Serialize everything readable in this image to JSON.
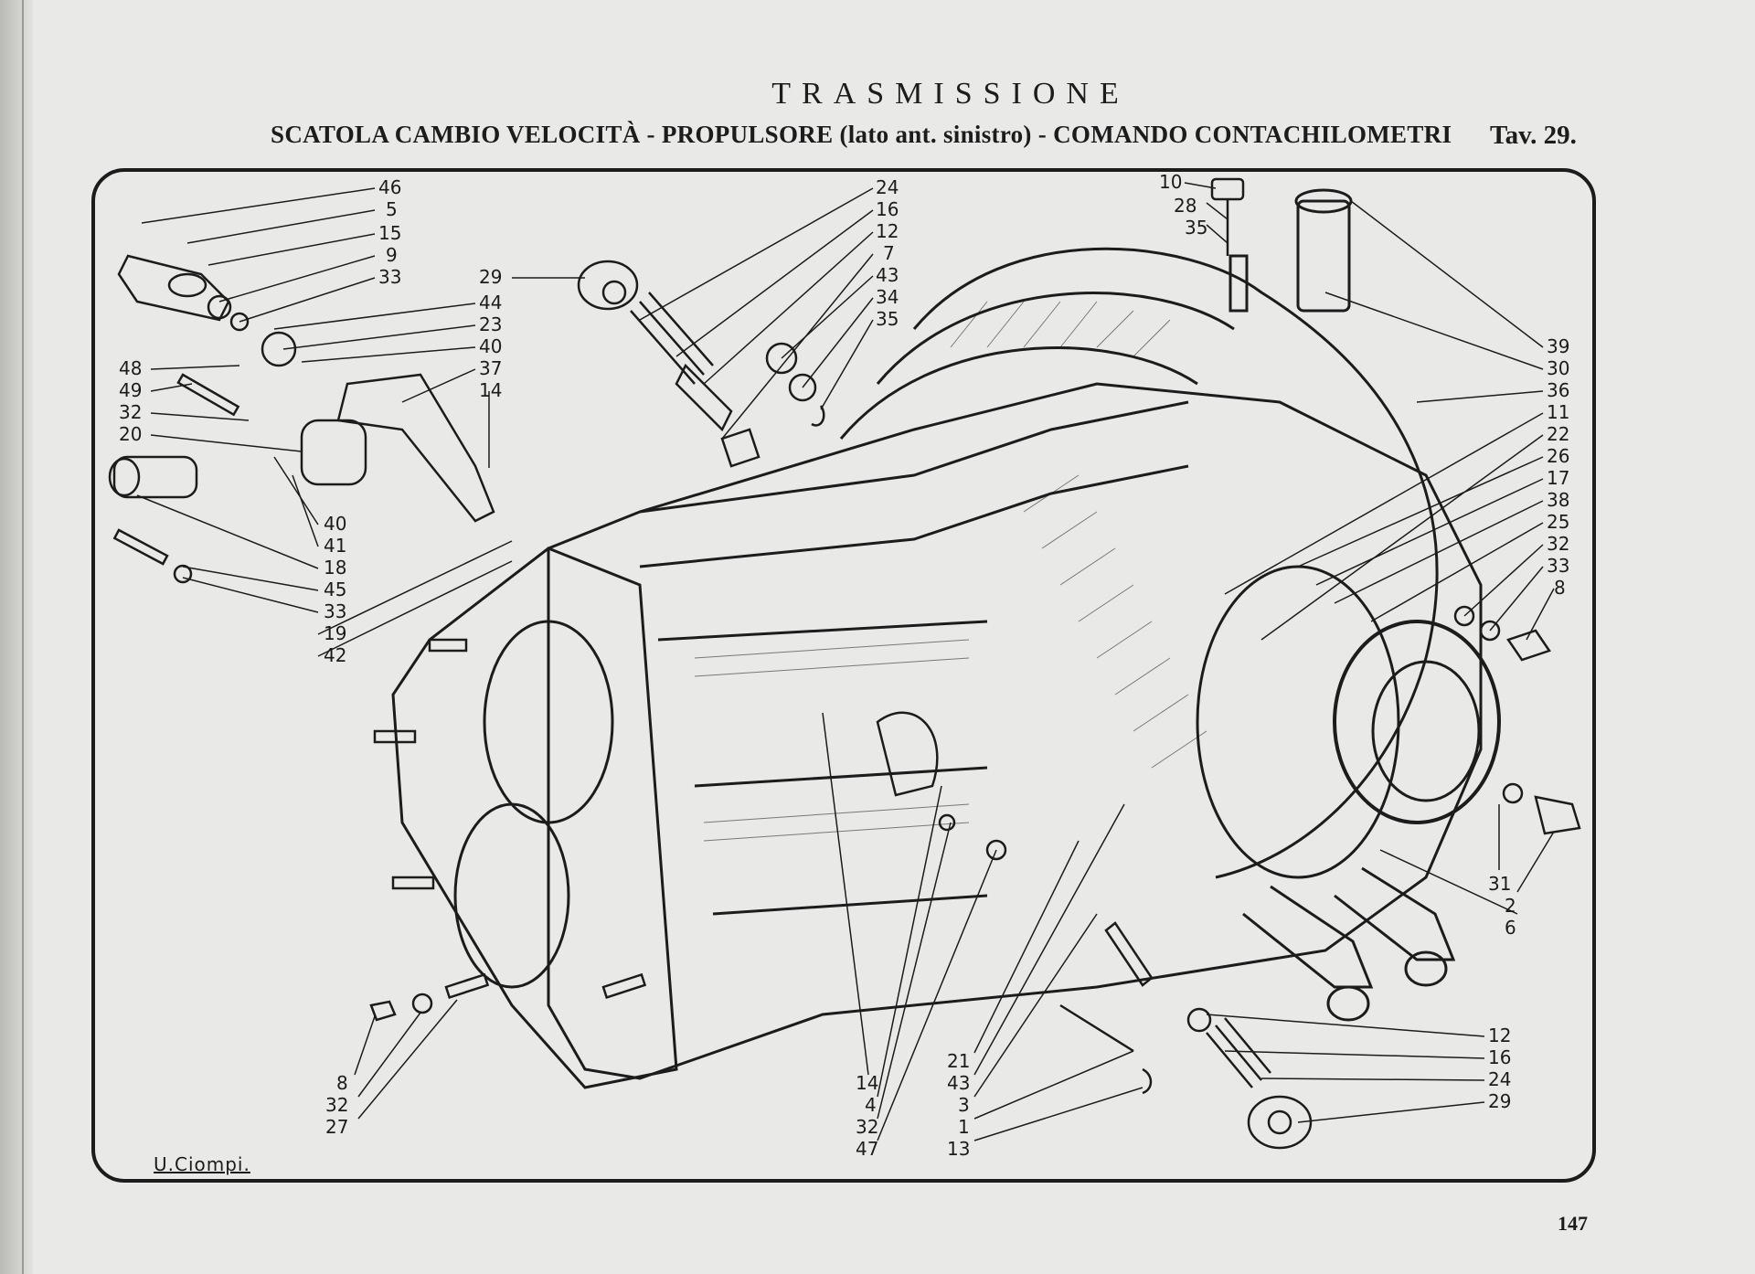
{
  "header": {
    "title": "TRASMISSIONE",
    "subtitle": "SCATOLA CAMBIO VELOCITÀ - PROPULSORE (lato ant. sinistro) - COMANDO CONTACHILOMETRI",
    "table_number": "Tav. 29."
  },
  "footer": {
    "page_number": "147",
    "signature": "U.Ciompi."
  },
  "labels": {
    "top_left_column": [
      "46",
      "5",
      "15",
      "9",
      "33"
    ],
    "left_column": [
      "48",
      "49",
      "32",
      "20"
    ],
    "mid_left_column": [
      "44",
      "23",
      "40",
      "37",
      "14"
    ],
    "bottom_left_column": [
      "40",
      "41",
      "18",
      "45",
      "33",
      "19",
      "42"
    ],
    "top_mid_single": "29",
    "top_mid_column": [
      "24",
      "16",
      "12",
      "7",
      "43",
      "34",
      "35"
    ],
    "top_right_stack": [
      "10",
      "28",
      "35"
    ],
    "right_column": [
      "39",
      "30",
      "36",
      "11",
      "22",
      "26",
      "17",
      "38",
      "25",
      "32",
      "33",
      "8"
    ],
    "right_lower_column": [
      "31",
      "2",
      "6"
    ],
    "bottom_right_column": [
      "12",
      "16",
      "24",
      "29"
    ],
    "bottom_mid_column_a": [
      "14",
      "4",
      "32",
      "47"
    ],
    "bottom_mid_column_b": [
      "21",
      "43",
      "3",
      "1",
      "13"
    ],
    "bottom_left_stack": [
      "8",
      "32",
      "27"
    ]
  },
  "colors": {
    "paper": "#e9e9e7",
    "ink": "#1c1c1c"
  }
}
